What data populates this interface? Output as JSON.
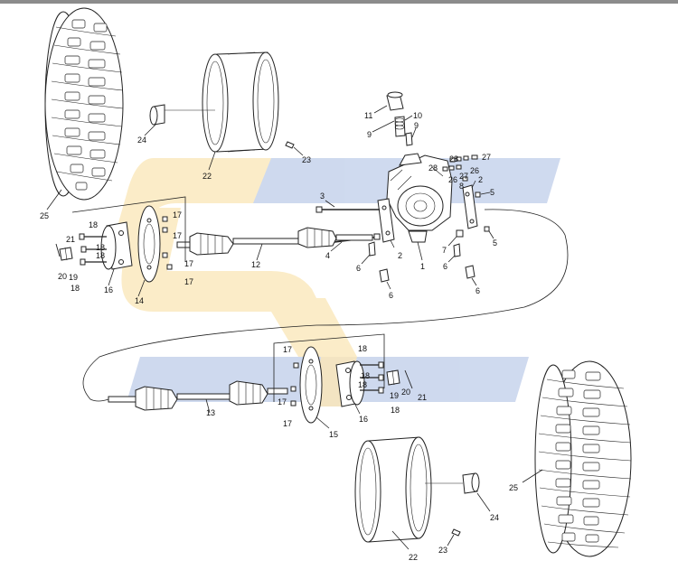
{
  "diagram": {
    "colors": {
      "top_bar": "#8c8c8c",
      "watermark_blue": "#c9d5ec",
      "watermark_yellow": "#f8e6b8",
      "line": "#222222"
    },
    "labels": [
      {
        "id": "L25a",
        "text": "25"
      },
      {
        "id": "L22a",
        "text": "22"
      },
      {
        "id": "L24a",
        "text": "24"
      },
      {
        "id": "L23a",
        "text": "23"
      },
      {
        "id": "L11",
        "text": "11"
      },
      {
        "id": "L10",
        "text": "10"
      },
      {
        "id": "L9a",
        "text": "9"
      },
      {
        "id": "L9b",
        "text": "9"
      },
      {
        "id": "L28a",
        "text": "28"
      },
      {
        "id": "L28b",
        "text": "28"
      },
      {
        "id": "L27a",
        "text": "27"
      },
      {
        "id": "L27b",
        "text": "27"
      },
      {
        "id": "L26a",
        "text": "26"
      },
      {
        "id": "L26b",
        "text": "26"
      },
      {
        "id": "L8",
        "text": "8"
      },
      {
        "id": "L2a",
        "text": "2"
      },
      {
        "id": "L2b",
        "text": "2"
      },
      {
        "id": "L5a",
        "text": "5"
      },
      {
        "id": "L5b",
        "text": "5"
      },
      {
        "id": "L3",
        "text": "3"
      },
      {
        "id": "L7",
        "text": "7"
      },
      {
        "id": "L1",
        "text": "1"
      },
      {
        "id": "L4",
        "text": "4"
      },
      {
        "id": "L6a",
        "text": "6"
      },
      {
        "id": "L6b",
        "text": "6"
      },
      {
        "id": "L6c",
        "text": "6"
      },
      {
        "id": "L6d",
        "text": "6"
      },
      {
        "id": "L12",
        "text": "12"
      },
      {
        "id": "L17a",
        "text": "17"
      },
      {
        "id": "L17b",
        "text": "17"
      },
      {
        "id": "L17c",
        "text": "17"
      },
      {
        "id": "L17d",
        "text": "17"
      },
      {
        "id": "L18a",
        "text": "18"
      },
      {
        "id": "L18b",
        "text": "18"
      },
      {
        "id": "L18c",
        "text": "18"
      },
      {
        "id": "L18d",
        "text": "18"
      },
      {
        "id": "L21a",
        "text": "21"
      },
      {
        "id": "L20a",
        "text": "20"
      },
      {
        "id": "L19a",
        "text": "19"
      },
      {
        "id": "L16a",
        "text": "16"
      },
      {
        "id": "L14",
        "text": "14"
      },
      {
        "id": "L13",
        "text": "13"
      },
      {
        "id": "L17e",
        "text": "17"
      },
      {
        "id": "L17f",
        "text": "17"
      },
      {
        "id": "L17g",
        "text": "17"
      },
      {
        "id": "L18e",
        "text": "18"
      },
      {
        "id": "L18f",
        "text": "18"
      },
      {
        "id": "L18g",
        "text": "18"
      },
      {
        "id": "L18h",
        "text": "18"
      },
      {
        "id": "L19b",
        "text": "19"
      },
      {
        "id": "L20b",
        "text": "20"
      },
      {
        "id": "L21b",
        "text": "21"
      },
      {
        "id": "L16b",
        "text": "16"
      },
      {
        "id": "L15",
        "text": "15"
      },
      {
        "id": "L25b",
        "text": "25"
      },
      {
        "id": "L22b",
        "text": "22"
      },
      {
        "id": "L24b",
        "text": "24"
      },
      {
        "id": "L23b",
        "text": "23"
      }
    ]
  }
}
